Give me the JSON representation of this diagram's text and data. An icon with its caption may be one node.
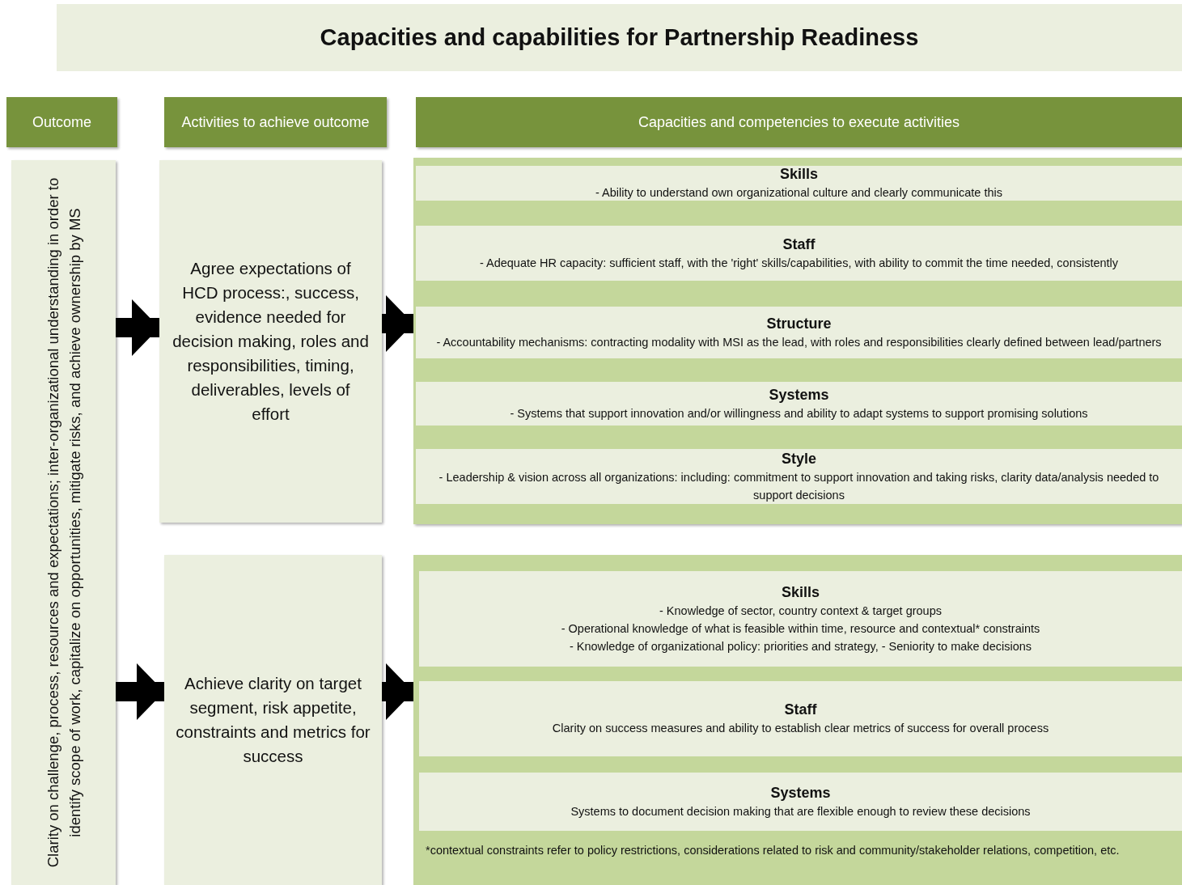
{
  "diagram": {
    "title": "Capacities and capabilities for Partnership Readiness",
    "nodes": [
      {
        "text": [
          "Outcome"
        ]
      },
      {
        "text": [
          "Activities to achieve outcome"
        ]
      },
      {
        "text": [
          "Capacities and competencies to execute activities"
        ]
      },
      {
        "text": [
          "Clarity on challenge, process, resources and expectations; inter-organizational understanding in order to identify scope of work, capitalize on opportunities, mitigate risks, and achieve ownership by MS"
        ]
      },
      {
        "text": [
          "Agree expectations of HCD process:, success, evidence needed for decision making, roles and responsibilities, timing, deliverables, levels of effort"
        ]
      },
      {
        "text": [],
        "shape": "box"
      },
      {
        "text": [
          "Skills",
          "- Ability to understand own organizational culture and clearly communicate this"
        ],
        "in": 5
      },
      {
        "text": [
          "Staff",
          "- Adequate HR capacity: sufficient staff, with the 'right' skills/capabilities, with ability to commit the time needed, consistently"
        ],
        "in": 5
      },
      {
        "text": [
          "Structure",
          "- Accountability mechanisms: contracting modality with MSI as the lead, with roles and responsibilities clearly defined between lead/partners"
        ],
        "in": 5
      },
      {
        "text": [
          "Systems",
          "- Systems that support innovation and/or willingness and ability to adapt systems to support promising solutions"
        ],
        "in": 5
      },
      {
        "text": [
          "Style",
          "- Leadership & vision across all organizations: including:  commitment to support innovation and taking risks, clarity data/analysis needed to support decisions"
        ],
        "in": 5
      },
      {
        "text": [
          "Achieve clarity on target segment, risk appetite, constraints and metrics for success"
        ]
      },
      {
        "text": [],
        "shape": "box"
      },
      {
        "text": [
          "Skills",
          "- Knowledge of sector, country context & target groups",
          "- Operational knowledge of what is feasible within time, resource and contextual* constraints",
          "- Knowledge of organizational policy: priorities and strategy, - Seniority to make decisions"
        ],
        "in": 12
      },
      {
        "text": [
          "Staff",
          "Clarity on success measures and ability to establish clear metrics of success for overall process"
        ],
        "in": 12
      },
      {
        "text": [
          "Systems",
          "Systems to document decision making that are flexible enough to review these decisions"
        ],
        "in": 12
      }
    ],
    "edges": [
      {
        "from": 3,
        "to": 4,
        "arrow": "to"
      },
      {
        "from": 3,
        "to": 11,
        "arrow": "to"
      },
      {
        "from": 4,
        "to": 5,
        "arrow": "to"
      },
      {
        "from": 11,
        "to": 12,
        "arrow": "to"
      }
    ],
    "labels": [
      "*contextual constraints refer to policy restrictions, considerations related to risk and community/stakeholder relations, competition, etc."
    ]
  }
}
